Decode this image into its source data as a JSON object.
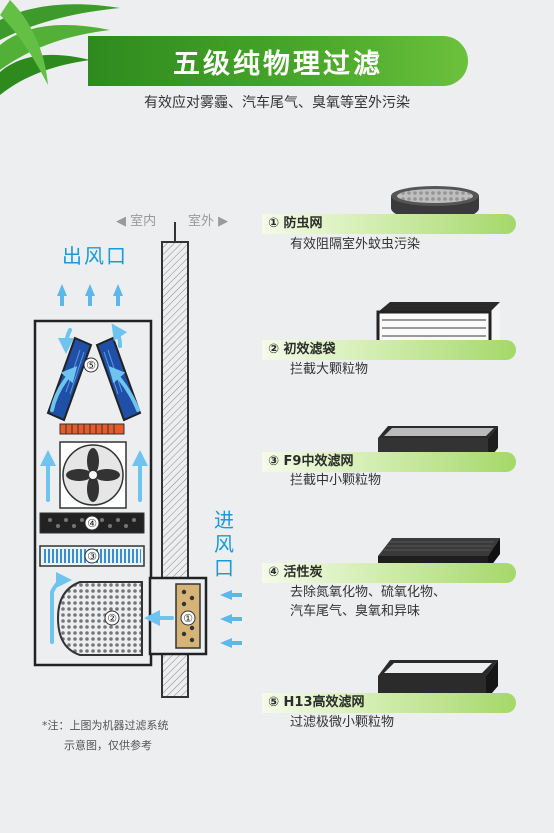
{
  "header": {
    "title": "五级纯物理过滤",
    "subtitle": "有效应对雾霾、汽车尾气、臭氧等室外污染"
  },
  "diagram": {
    "indoor_label": "室内",
    "outdoor_label": "室外",
    "outlet_label": "出风口",
    "inlet_label": "进风口",
    "numbers": [
      "①",
      "②",
      "③",
      "④",
      "⑤"
    ],
    "note_line1": "*注：上图为机器过滤系统",
    "note_line2": "示意图，仅供参考"
  },
  "filters": [
    {
      "label": "① 防虫网",
      "desc": [
        "有效阻隔室外蚊虫污染"
      ]
    },
    {
      "label": "② 初效滤袋",
      "desc": [
        "拦截大颗粒物"
      ]
    },
    {
      "label": "③ F9中效滤网",
      "desc": [
        "拦截中小颗粒物"
      ]
    },
    {
      "label": "④ 活性炭",
      "desc": [
        "去除氮氧化物、硫氧化物、",
        "汽车尾气、臭氧和异味"
      ]
    },
    {
      "label": "⑤ H13高效滤网",
      "desc": [
        "过滤极微小颗粒物"
      ]
    }
  ],
  "colors": {
    "accent_green": "#4aa82a",
    "airflow_blue": "#1a9ad8",
    "filter_blue": "#2f6fc0"
  }
}
